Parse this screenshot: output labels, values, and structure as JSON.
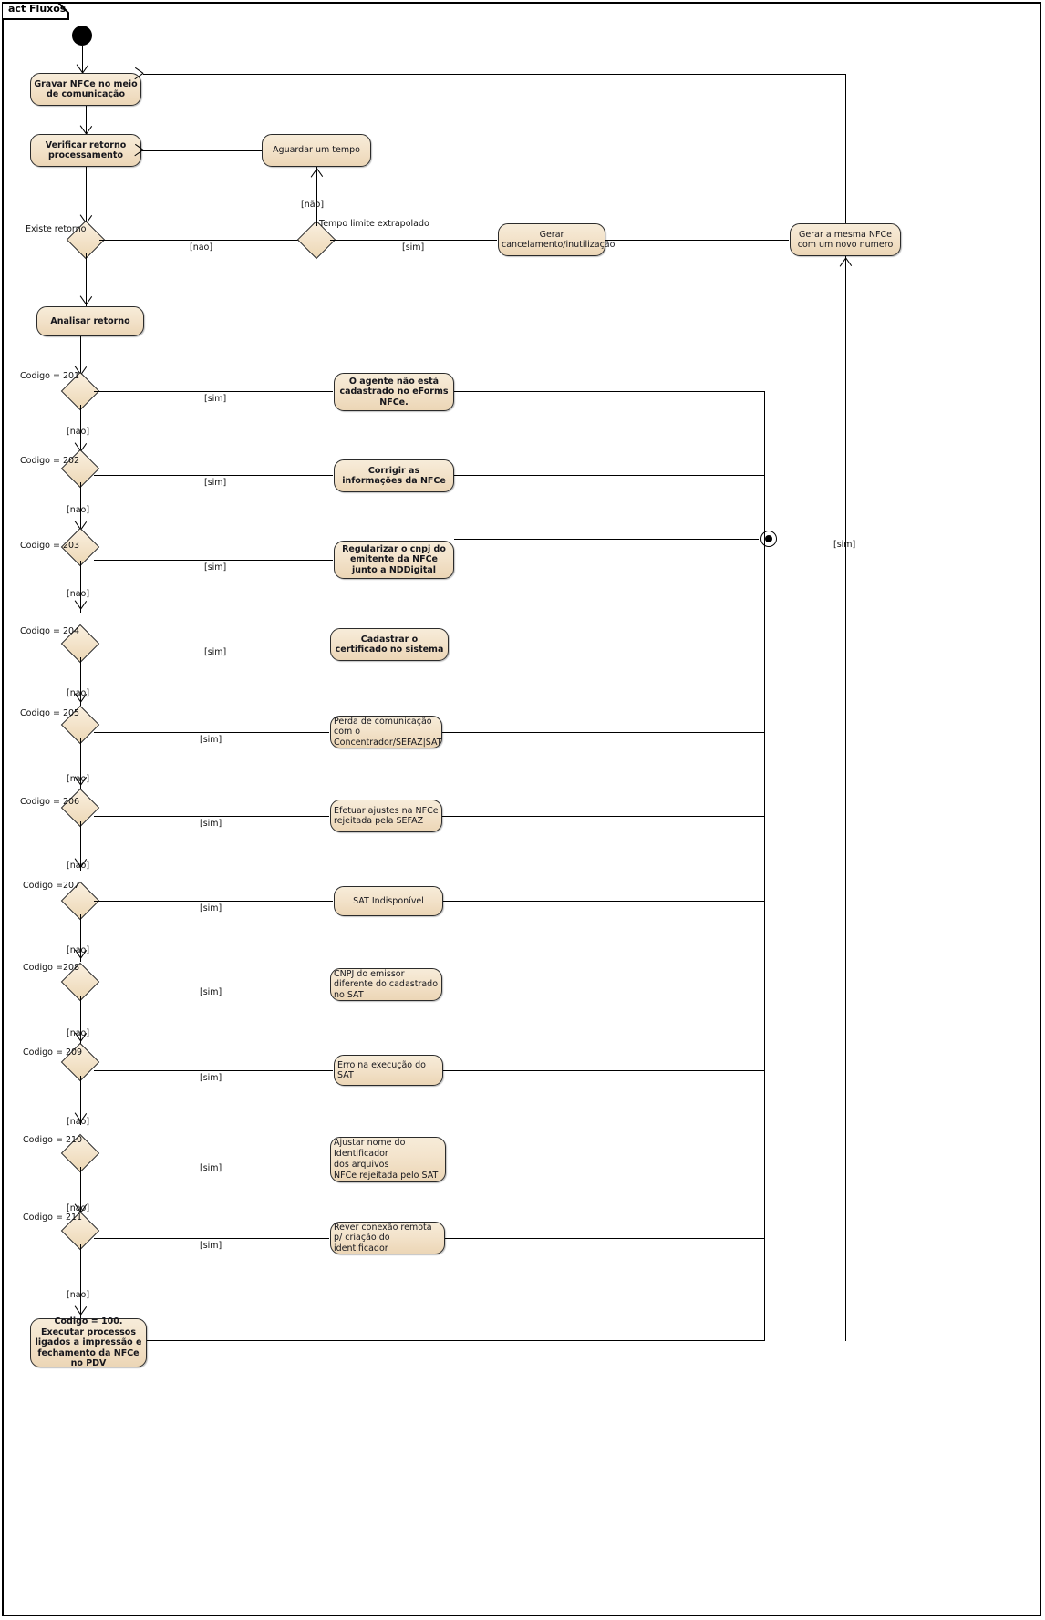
{
  "diagram": {
    "frame_label": "act Fluxos",
    "type": "uml-activity-diagram",
    "colors": {
      "node_fill_top": "#f7ecd9",
      "node_fill_bottom": "#ecd6b6",
      "node_border": "#2b2b2b",
      "edge": "#000000",
      "text": "#16161c",
      "background": "#ffffff"
    }
  },
  "nodes": {
    "initial": "initial-node",
    "final": "activity-final-node",
    "actions": {
      "gravar": "Gravar NFCe no meio de comunicação",
      "verificar": "Verificar retorno processamento",
      "aguardar": "Aguardar um tempo",
      "gerar_cancelamento": "Gerar cancelamento/inutilização",
      "gerar_mesma": "Gerar a mesma NFCe com um novo numero",
      "analisar": "Analisar retorno",
      "a201": "O agente não está cadastrado no eForms NFCe.",
      "a202": "Corrigir as informações da NFCe",
      "a203": "Regularizar o cnpj do emitente da NFCe junto a NDDigital",
      "a204": "Cadastrar o certificado no sistema",
      "a205": "Perda de comunicação com o Concentrador/SEFAZ|SAT",
      "a206": "Efetuar ajustes na NFCe rejeitada pela SEFAZ",
      "a207": "SAT Indisponível",
      "a208": "CNPJ do emissor diferente do cadastrado no SAT",
      "a209": "Erro na execução do SAT",
      "a210": "Ajustar nome do Identificador dos arquivos\nNFCe rejeitada pelo SAT",
      "a210_l1": "Ajustar nome do Identificador",
      "a210_l2": "dos arquivos",
      "a210_l3": "NFCe rejeitada pelo SAT",
      "a211": "Rever conexão remota p/ criação do identificador",
      "a100": "Codigo = 100. Executar processos ligados a impressão e fechamento da NFCe no PDV"
    },
    "decisions": {
      "existe_retorno": "Existe retorno",
      "tempo_limite": "Tempo limite extrapolado",
      "c201": "Codigo = 201",
      "c202": "Codigo = 202",
      "c203": "Codigo = 203",
      "c204": "Codigo = 204",
      "c205": "Codigo = 205",
      "c206": "Codigo = 206",
      "c207": "Codigo =207",
      "c208": "Codigo =208",
      "c209": "Codigo = 209",
      "c210": "Codigo = 210",
      "c211": "Codigo = 211"
    }
  },
  "guards": {
    "nao_accent": "[não]",
    "nao": "[nao]",
    "sim": "[sim]",
    "existe_retorno_nao": "[nao]",
    "tempo_limite_sim": "[sim]",
    "tempo_limite_nao": "[não]",
    "g201_sim": "[sim]",
    "g201_nao": "[nao]",
    "g202_sim": "[sim]",
    "g202_nao": "[nao]",
    "g203_sim": "[sim]",
    "g203_nao": "[nao]",
    "g204_sim": "[sim]",
    "g204_nao": "[nao]",
    "g205_sim": "[sim]",
    "g205_nao": "[nao]",
    "g206_sim": "[sim]",
    "g206_nao": "[nao]",
    "g207_sim": "[sim]",
    "g207_nao": "[nao]",
    "g208_sim": "[sim]",
    "g208_nao": "[nao]",
    "g209_sim": "[sim]",
    "g209_nao": "[nao]",
    "g210_sim": "[sim]",
    "g210_nao": "[nao]",
    "g211_sim": "[sim]",
    "g211_nao": "[nao]",
    "right_sim": "[sim]"
  }
}
